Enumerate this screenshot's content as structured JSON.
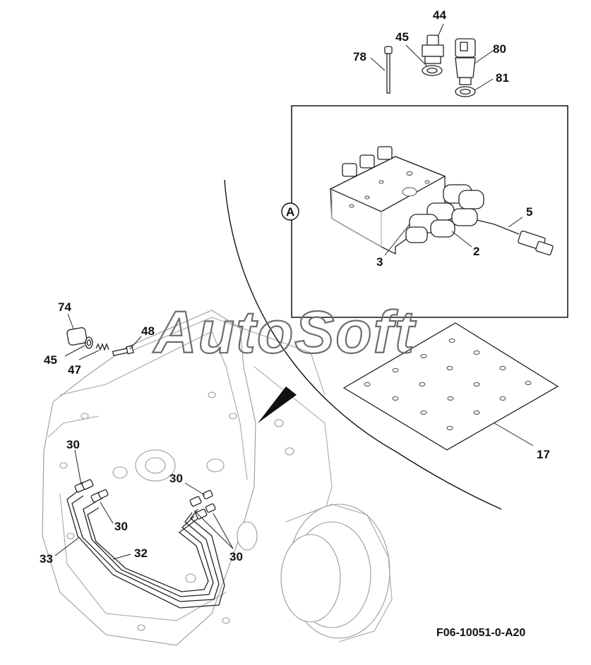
{
  "drawing": {
    "code": "F06-10051-0-A20",
    "watermark": "AutoSoft",
    "detail_view": "A"
  },
  "callouts": {
    "p44": "44",
    "p45_top": "45",
    "p78": "78",
    "p80": "80",
    "p81": "81",
    "p5": "5",
    "p2": "2",
    "p3": "3",
    "p74": "74",
    "p48": "48",
    "p45_left": "45",
    "p47": "47",
    "p17": "17",
    "p30_a": "30",
    "p30_b": "30",
    "p30_c": "30",
    "p30_d": "30",
    "p32": "32",
    "p33": "33"
  }
}
